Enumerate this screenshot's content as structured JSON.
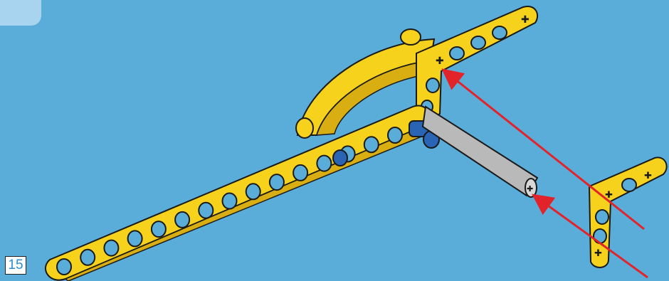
{
  "step": {
    "number": "15"
  },
  "colors": {
    "background": "#5badd9",
    "corner_tab": "#a8d4ef",
    "beam_yellow": "#f6d21c",
    "beam_shadow": "#d9ae12",
    "outline": "#1a1a1a",
    "axle_grey": "#b9b9b9",
    "connector_blue": "#2a64b4",
    "arrow_red": "#e2232a",
    "badge_text": "#2a8fd6"
  },
  "parts": {
    "long_beam_holes": 15,
    "l_beam_round_holes": 3,
    "assembly_arrows": 2
  }
}
